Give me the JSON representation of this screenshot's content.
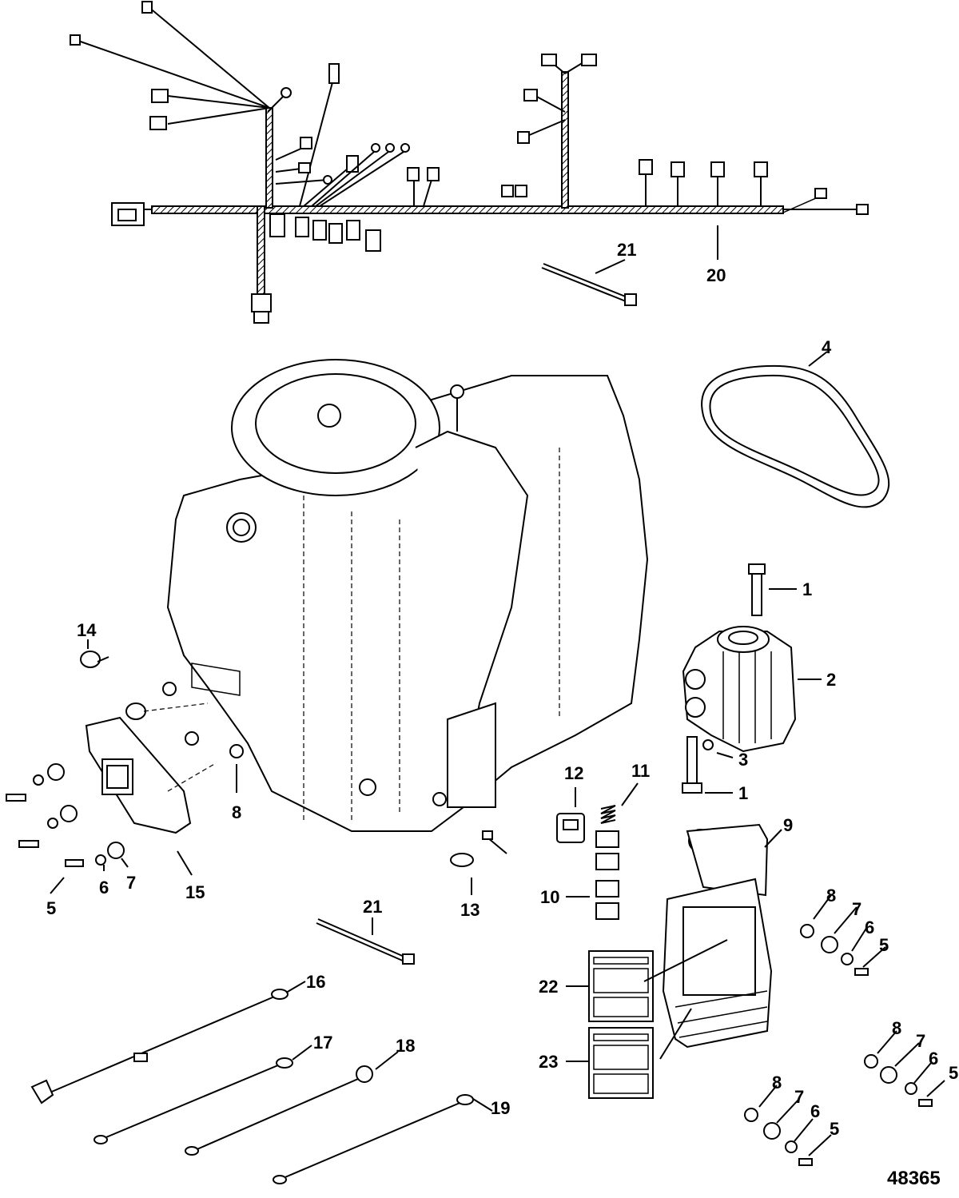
{
  "figure_number": "48365",
  "callouts": [
    "1",
    "1",
    "2",
    "3",
    "4",
    "5",
    "5",
    "5",
    "5",
    "6",
    "6",
    "6",
    "6",
    "7",
    "7",
    "7",
    "7",
    "8",
    "8",
    "8",
    "8",
    "9",
    "10",
    "11",
    "12",
    "13",
    "14",
    "15",
    "16",
    "17",
    "18",
    "19",
    "20",
    "21",
    "21",
    "22",
    "23"
  ]
}
